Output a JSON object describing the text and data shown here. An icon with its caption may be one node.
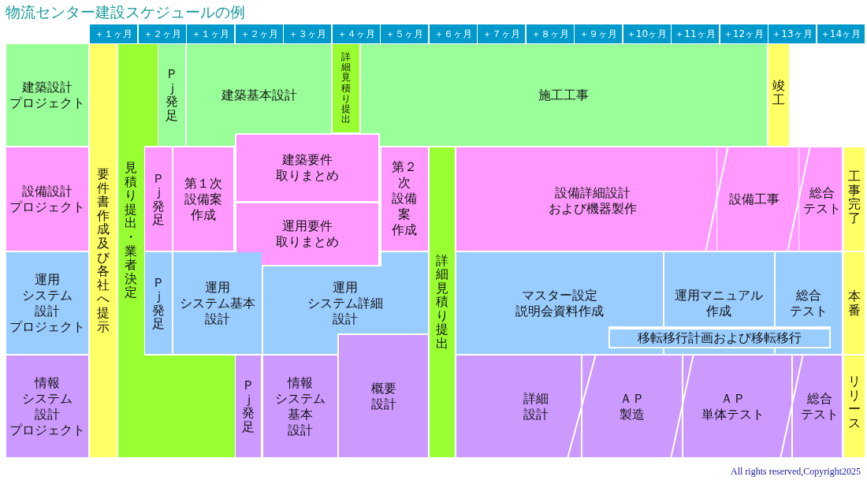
{
  "diagram": {
    "title": "物流センター建設スケジュールの例",
    "nodes": [
      {
        "text": [
          "建築設計プロジェクト"
        ]
      },
      {
        "text": [
          "要件書作成及び各社へ提示"
        ]
      },
      {
        "text": [
          "見積り提出・業者決定"
        ]
      },
      {
        "text": [
          "Ｐｊ発足"
        ]
      },
      {
        "text": [
          "建築基本設計"
        ]
      },
      {
        "text": [
          "詳細見積り提出"
        ]
      },
      {
        "text": [
          "施工工事"
        ]
      },
      {
        "text": [
          "竣工"
        ]
      },
      {
        "text": [
          "設備設計プロジェクト"
        ]
      },
      {
        "text": [
          "Ｐｊ発足"
        ]
      },
      {
        "text": [
          "第１次設備案作成"
        ]
      },
      {
        "text": [
          "建築要件取りまとめ"
        ]
      },
      {
        "text": [
          "運用要件取りまとめ"
        ]
      },
      {
        "text": [
          "第２次設備案作成"
        ]
      },
      {
        "text": [
          "詳細見積り提出"
        ]
      },
      {
        "text": [
          "設備詳細設計および機器製作"
        ]
      },
      {
        "text": [
          "設備工事"
        ]
      },
      {
        "text": [
          "総合テスト"
        ]
      },
      {
        "text": [
          "工事完了"
        ]
      },
      {
        "text": [
          "運用システム設計プロジェクト"
        ]
      },
      {
        "text": [
          "Ｐｊ発足"
        ]
      },
      {
        "text": [
          "運用システム基本設計"
        ]
      },
      {
        "text": [
          "運用システム詳細設計"
        ]
      },
      {
        "text": [
          "マスター設定説明会資料作成"
        ]
      },
      {
        "text": [
          "運用マニュアル作成"
        ]
      },
      {
        "text": [
          "総合テスト"
        ]
      },
      {
        "text": [
          "移転移行計画および移転移行"
        ]
      },
      {
        "text": [
          "本番"
        ]
      },
      {
        "text": [
          "情報システム設計プロジェクト"
        ]
      },
      {
        "text": [
          "Ｐｊ発足"
        ]
      },
      {
        "text": [
          "情報システム基本設計"
        ]
      },
      {
        "text": [
          "概要設計"
        ]
      },
      {
        "text": [
          "詳細設計"
        ]
      },
      {
        "text": [
          "ＡＰ製造"
        ]
      },
      {
        "text": [
          "ＡＰ単体テスト"
        ]
      },
      {
        "text": [
          "総合テスト"
        ]
      },
      {
        "text": [
          "リリース"
        ]
      }
    ],
    "edges": [],
    "labels": [
      "＋１ヶ月",
      "＋２ヶ月",
      "＋１ヶ月",
      "＋２ヶ月",
      "＋３ヶ月",
      "＋４ヶ月",
      "＋５ヶ月",
      "＋６ヶ月",
      "＋７ヶ月",
      "＋８ヶ月",
      "＋９ヶ月",
      "＋10ヶ月",
      "＋11ヶ月",
      "＋12ヶ月",
      "＋13ヶ月",
      "＋14ヶ月",
      "All rights reserved,Copyright2025"
    ]
  }
}
